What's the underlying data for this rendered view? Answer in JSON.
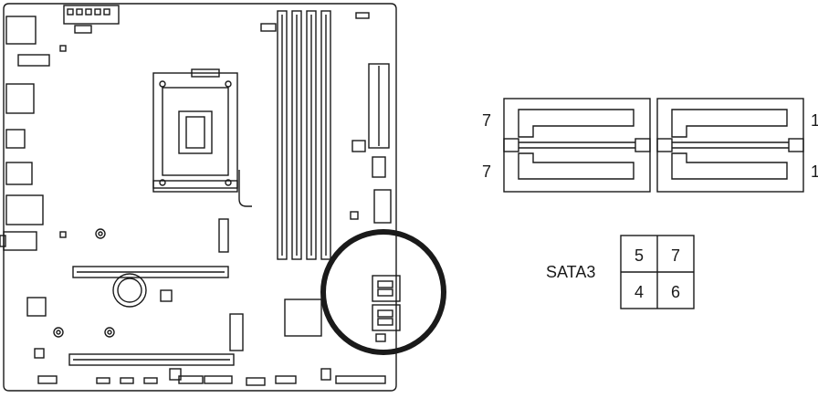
{
  "connector_pin_labels": {
    "top_left": "7",
    "top_right": "1",
    "bottom_left": "7",
    "bottom_right": "1"
  },
  "sata_port_table": {
    "label": "SATA3",
    "rows": [
      [
        "5",
        "7"
      ],
      [
        "4",
        "6"
      ]
    ]
  },
  "colors": {
    "line": "#1a1a1a",
    "background": "#ffffff"
  }
}
